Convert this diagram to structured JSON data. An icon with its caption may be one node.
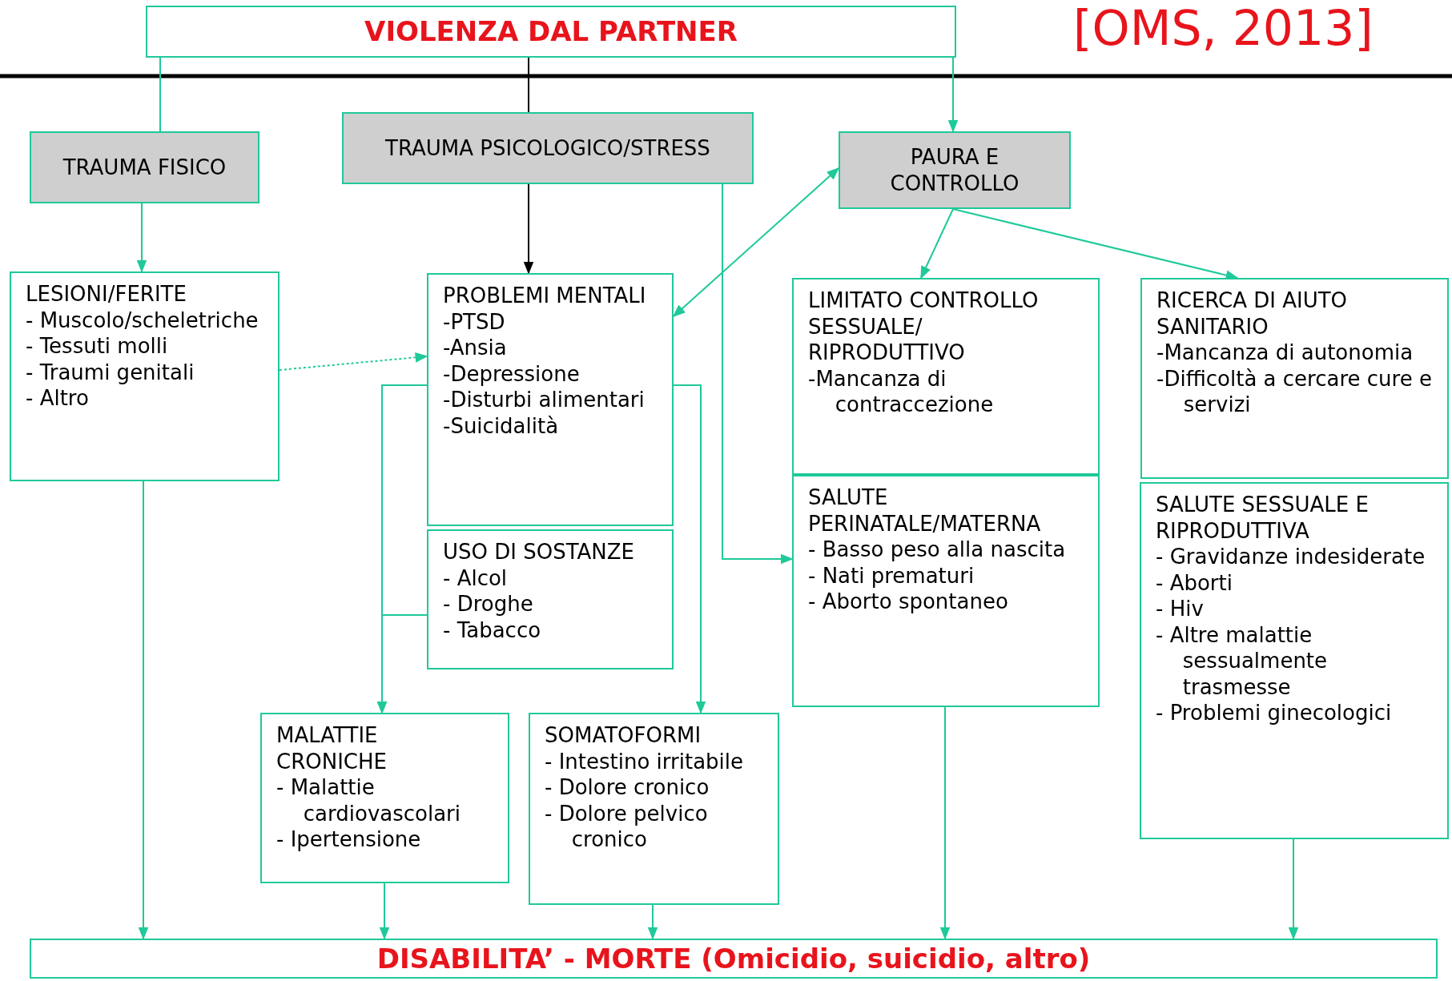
{
  "diagram": {
    "nodes": [
      {
        "text": [
          "VIOLENZA DAL PARTNER"
        ]
      },
      {
        "text": [
          "TRAUMA FISICO"
        ]
      },
      {
        "text": [
          "TRAUMA PSICOLOGICO/STRESS"
        ]
      },
      {
        "text": [
          "PAURA E CONTROLLO"
        ]
      },
      {
        "text": [
          "LESIONI/FERITE",
          "- Muscolo/scheletriche",
          "- Tessuti molli",
          "- Traumi genitali",
          "- Altro"
        ]
      },
      {
        "text": [
          "PROBLEMI MENTALI",
          "-PTSD",
          "-Ansia",
          "-Depressione",
          "-Disturbi alimentari",
          "-Suicidalità"
        ]
      },
      {
        "text": [
          "USO DI SOSTANZE",
          "- Alcol",
          "- Droghe",
          "- Tabacco"
        ]
      },
      {
        "text": [
          "LIMITATO CONTROLLO SESSUALE/ RIPRODUTTIVO",
          "-Mancanza di contraccezione"
        ]
      },
      {
        "text": [
          "RICERCA DI AIUTO SANITARIO",
          "-Mancanza di autonomia",
          "-Difficoltà a cercare cure e servizi"
        ]
      },
      {
        "text": [
          "SALUTE PERINATALE/MATERNA",
          "- Basso peso alla nascita",
          "- Nati prematuri",
          "- Aborto spontaneo"
        ]
      },
      {
        "text": [
          "SALUTE SESSUALE E RIPRODUTTIVA",
          "- Gravidanze indesiderate",
          "- Aborti",
          "- Hiv",
          "- Altre malattie sessualmente trasmesse",
          "- Problemi ginecologici"
        ]
      },
      {
        "text": [
          "MALATTIE CRONICHE",
          "- Malattie cardiovascolari",
          "- Ipertensione"
        ]
      },
      {
        "text": [
          "SOMATOFORMI",
          "- Intestino irritabile",
          "- Dolore cronico",
          "- Dolore pelvico cronico"
        ]
      },
      {
        "text": [
          "DISABILITA’ - MORTE (Omicidio, suicidio, altro)"
        ]
      }
    ],
    "edges": [
      {
        "from": 0,
        "to": 1,
        "arrow": "none"
      },
      {
        "from": 0,
        "to": 2,
        "arrow": "none",
        "color": "#000000"
      },
      {
        "from": 0,
        "to": 3,
        "arrow": "to"
      },
      {
        "from": 1,
        "to": 4,
        "arrow": "to"
      },
      {
        "from": 2,
        "to": 5,
        "arrow": "to",
        "color": "#000000"
      },
      {
        "from": 3,
        "to": 5,
        "arrow": "both"
      },
      {
        "from": 3,
        "to": 7,
        "arrow": "to"
      },
      {
        "from": 3,
        "to": 8,
        "arrow": "to"
      },
      {
        "from": 4,
        "to": 5,
        "arrow": "to",
        "style": "dashed"
      },
      {
        "from": 2,
        "to": 9,
        "arrow": "to"
      },
      {
        "from": 5,
        "to": 11,
        "arrow": "to"
      },
      {
        "from": 6,
        "to": 11,
        "arrow": "to"
      },
      {
        "from": 5,
        "to": 12,
        "arrow": "to"
      },
      {
        "from": 4,
        "to": 13,
        "arrow": "to"
      },
      {
        "from": 11,
        "to": 13,
        "arrow": "to"
      },
      {
        "from": 12,
        "to": 13,
        "arrow": "to"
      },
      {
        "from": 9,
        "to": 13,
        "arrow": "to"
      },
      {
        "from": 10,
        "to": 13,
        "arrow": "to"
      }
    ],
    "labels": [
      "[OMS, 2013]"
    ]
  }
}
